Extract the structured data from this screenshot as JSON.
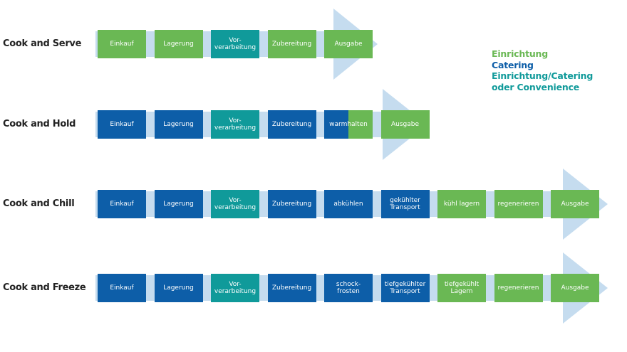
{
  "colors": {
    "einrichtung": "#6ab854",
    "catering": "#0d5ea8",
    "einrichtung_catering": "#109a9a",
    "arrow": "#c5dcef"
  },
  "legend": {
    "einrichtung": "Einrichtung",
    "catering": "Catering",
    "einrichtung_catering_line1": "Einrichtung/Catering",
    "einrichtung_catering_line2": "oder Convenience"
  },
  "rows": [
    {
      "label": "Cook and Serve",
      "steps": [
        {
          "text": "Einkauf",
          "type": "einrichtung"
        },
        {
          "text": "Lagerung",
          "type": "einrichtung"
        },
        {
          "text": "Vor-\nverarbeitung",
          "type": "einrichtung_catering"
        },
        {
          "text": "Zubereitung",
          "type": "einrichtung"
        },
        {
          "text": "Ausgabe",
          "type": "einrichtung"
        }
      ]
    },
    {
      "label": "Cook and Hold",
      "steps": [
        {
          "text": "Einkauf",
          "type": "catering"
        },
        {
          "text": "Lagerung",
          "type": "catering"
        },
        {
          "text": "Vor-\nverarbeitung",
          "type": "einrichtung_catering"
        },
        {
          "text": "Zubereitung",
          "type": "catering"
        },
        {
          "text": "warmhalten",
          "type": "split"
        },
        {
          "text": "Ausgabe",
          "type": "einrichtung"
        }
      ]
    },
    {
      "label": "Cook and Chill",
      "steps": [
        {
          "text": "Einkauf",
          "type": "catering"
        },
        {
          "text": "Lagerung",
          "type": "catering"
        },
        {
          "text": "Vor-\nverarbeitung",
          "type": "einrichtung_catering"
        },
        {
          "text": "Zubereitung",
          "type": "catering"
        },
        {
          "text": "abkühlen",
          "type": "catering"
        },
        {
          "text": "gekühlter\nTransport",
          "type": "catering"
        },
        {
          "text": "kühl lagern",
          "type": "einrichtung"
        },
        {
          "text": "regenerieren",
          "type": "einrichtung"
        },
        {
          "text": "Ausgabe",
          "type": "einrichtung"
        }
      ]
    },
    {
      "label": "Cook and Freeze",
      "steps": [
        {
          "text": "Einkauf",
          "type": "catering"
        },
        {
          "text": "Lagerung",
          "type": "catering"
        },
        {
          "text": "Vor-\nverarbeitung",
          "type": "einrichtung_catering"
        },
        {
          "text": "Zubereitung",
          "type": "catering"
        },
        {
          "text": "schock-\nfrosten",
          "type": "catering"
        },
        {
          "text": "tiefgekühlter\nTransport",
          "type": "catering"
        },
        {
          "text": "tiefgekühlt\nLagern",
          "type": "einrichtung"
        },
        {
          "text": "regenerieren",
          "type": "einrichtung"
        },
        {
          "text": "Ausgabe",
          "type": "einrichtung"
        }
      ]
    }
  ]
}
